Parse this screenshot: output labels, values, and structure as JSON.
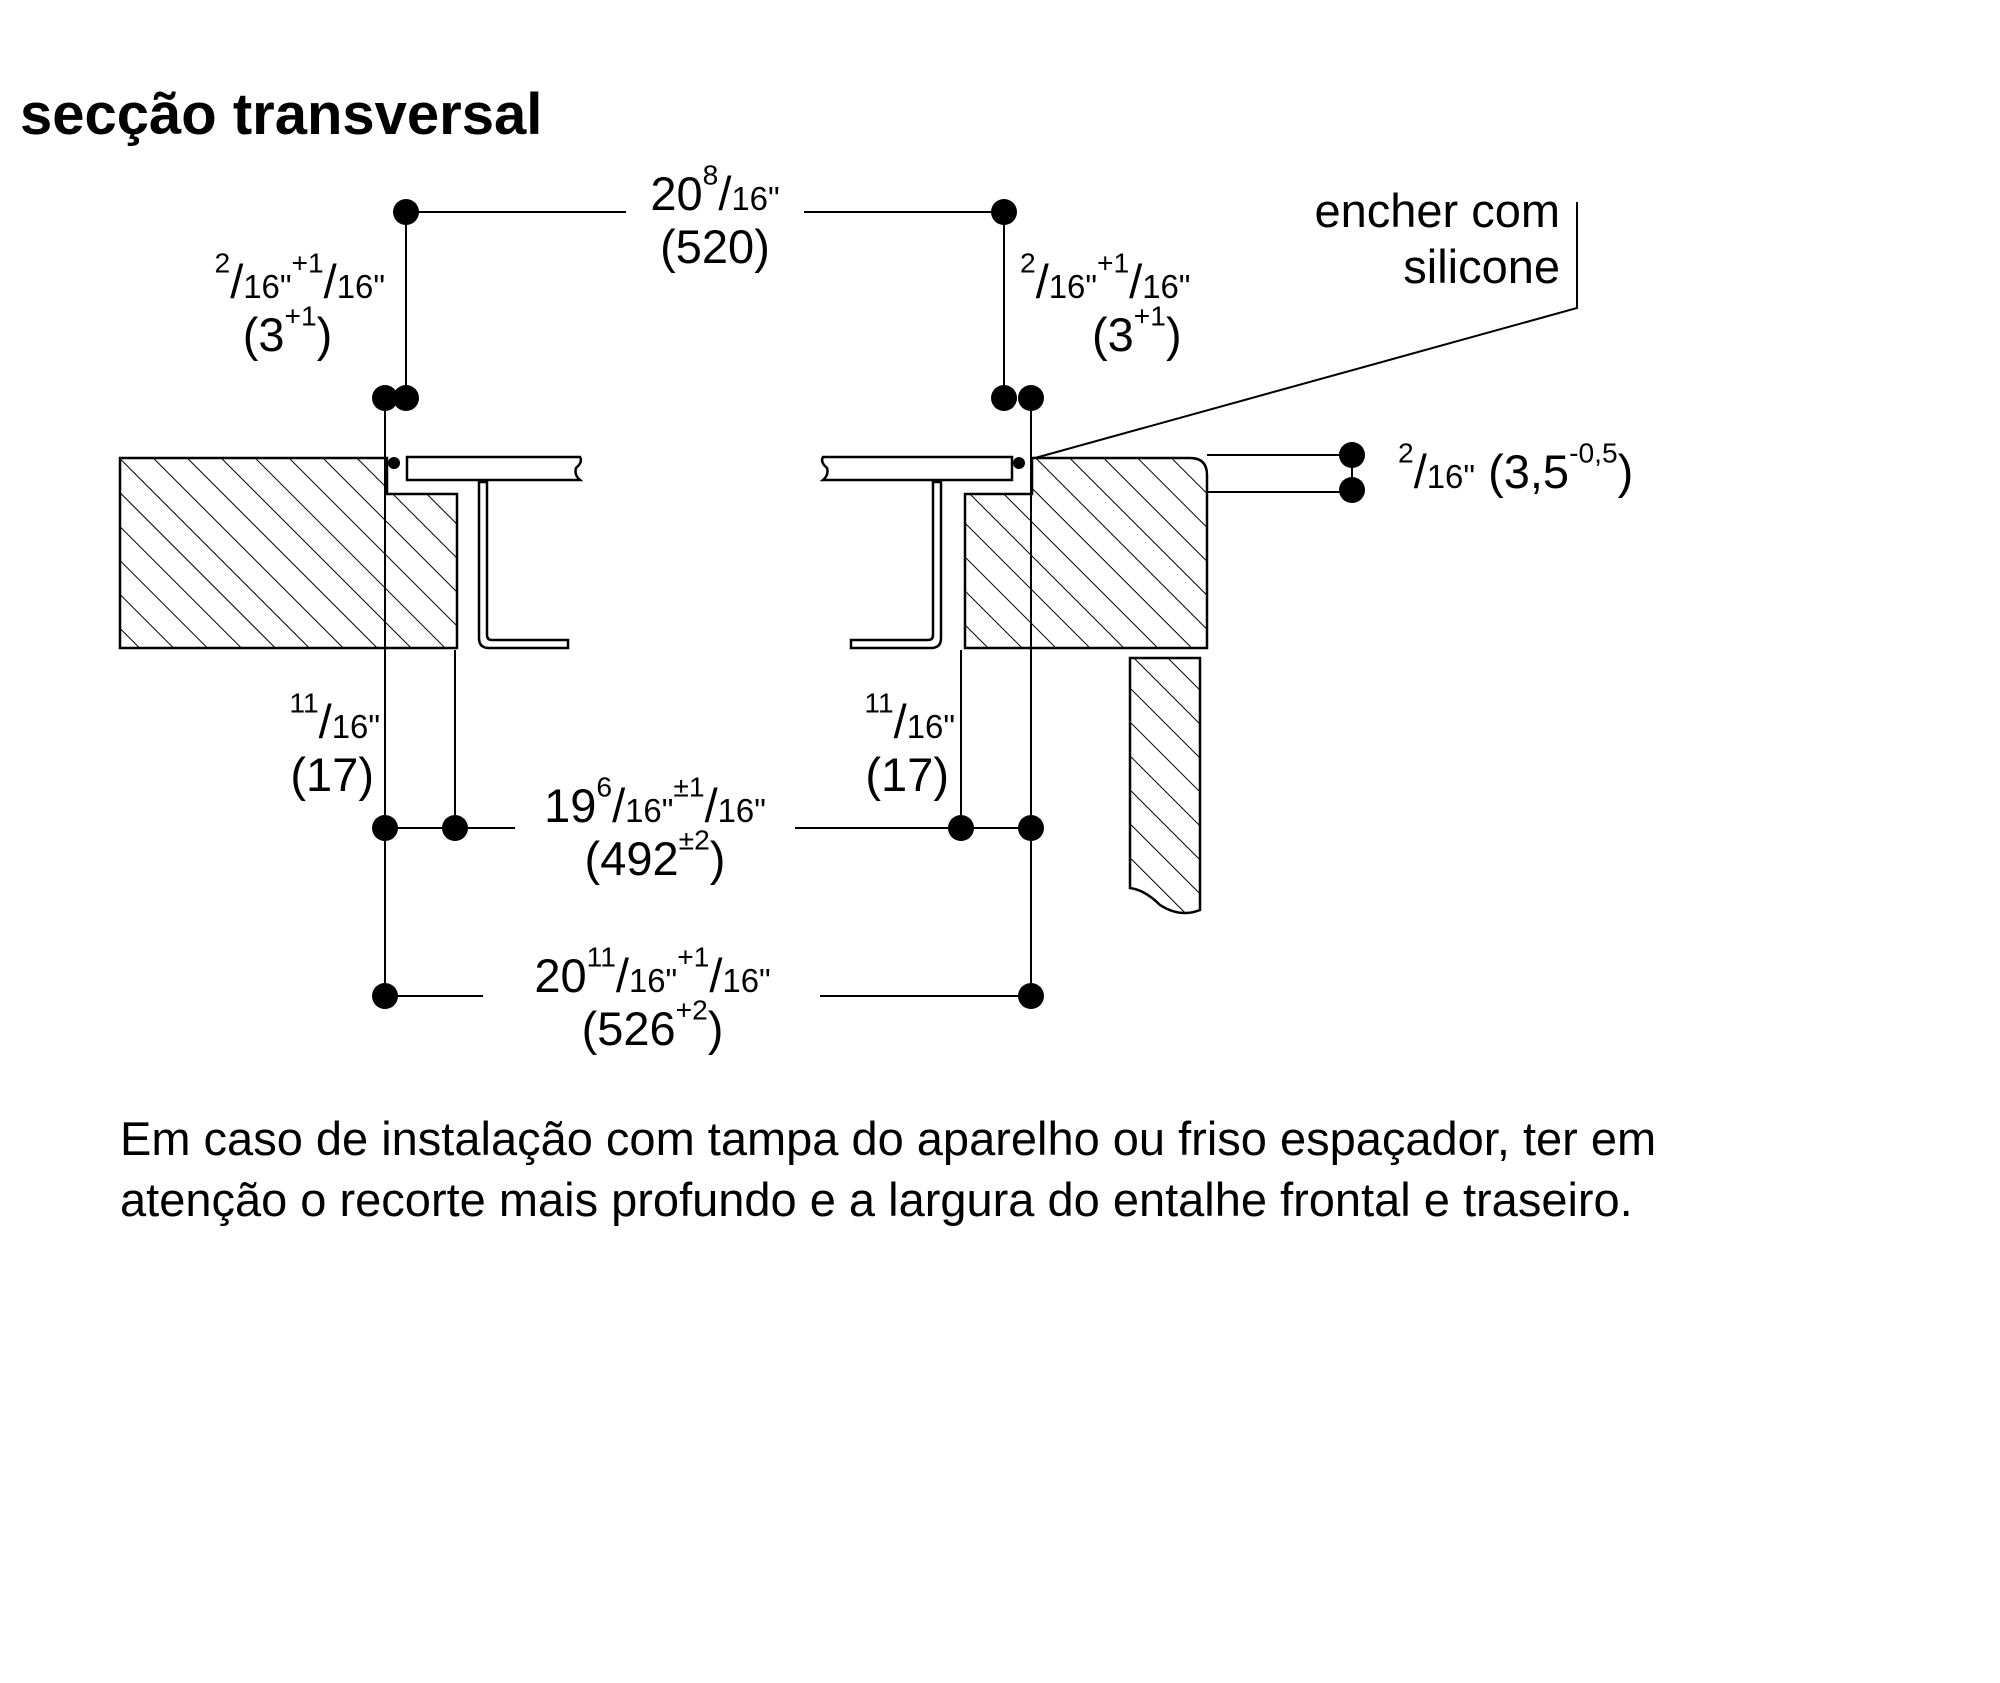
{
  "title": "secção transversal",
  "label_silicone": {
    "line1": "encher com",
    "line2": "silicone"
  },
  "dims": {
    "top_width": {
      "whole": "20",
      "num": "8",
      "den": "16\"",
      "tol": "",
      "tol_den": "",
      "mm": "(520",
      "mm_tol": ""
    },
    "gap_left": {
      "whole": "",
      "num": "2",
      "den": "16\"",
      "tol": "+1",
      "tol_den": "16\"",
      "mm": "(3",
      "mm_tol": "+1"
    },
    "gap_right": {
      "whole": "",
      "num": "2",
      "den": "16\"",
      "tol": "+1",
      "tol_den": "16\"",
      "mm": "(3",
      "mm_tol": "+1"
    },
    "thickness": {
      "whole": "",
      "num": "2",
      "den": "16\"",
      "tol": "",
      "tol_den": "",
      "mm": "(3,5",
      "mm_tol": "-0,5"
    },
    "flange_left": {
      "whole": "",
      "num": "11",
      "den": "16\"",
      "tol": "",
      "tol_den": "",
      "mm": "(17",
      "mm_tol": ""
    },
    "flange_right": {
      "whole": "",
      "num": "11",
      "den": "16\"",
      "tol": "",
      "tol_den": "",
      "mm": "(17",
      "mm_tol": ""
    },
    "inner_width": {
      "whole": "19",
      "num": "6",
      "den": "16\"",
      "tol": "±1",
      "tol_den": "16\"",
      "mm": "(492",
      "mm_tol": "±2"
    },
    "cutout_width": {
      "whole": "20",
      "num": "11",
      "den": "16\"",
      "tol": "+1",
      "tol_den": "16\"",
      "mm": "(526",
      "mm_tol": "+2"
    }
  },
  "note": {
    "line1": "Em caso de instalação com tampa do aparelho ou friso espaçador, ter em",
    "line2": "atenção o recorte mais profundo e a largura do entalhe frontal e traseiro."
  }
}
